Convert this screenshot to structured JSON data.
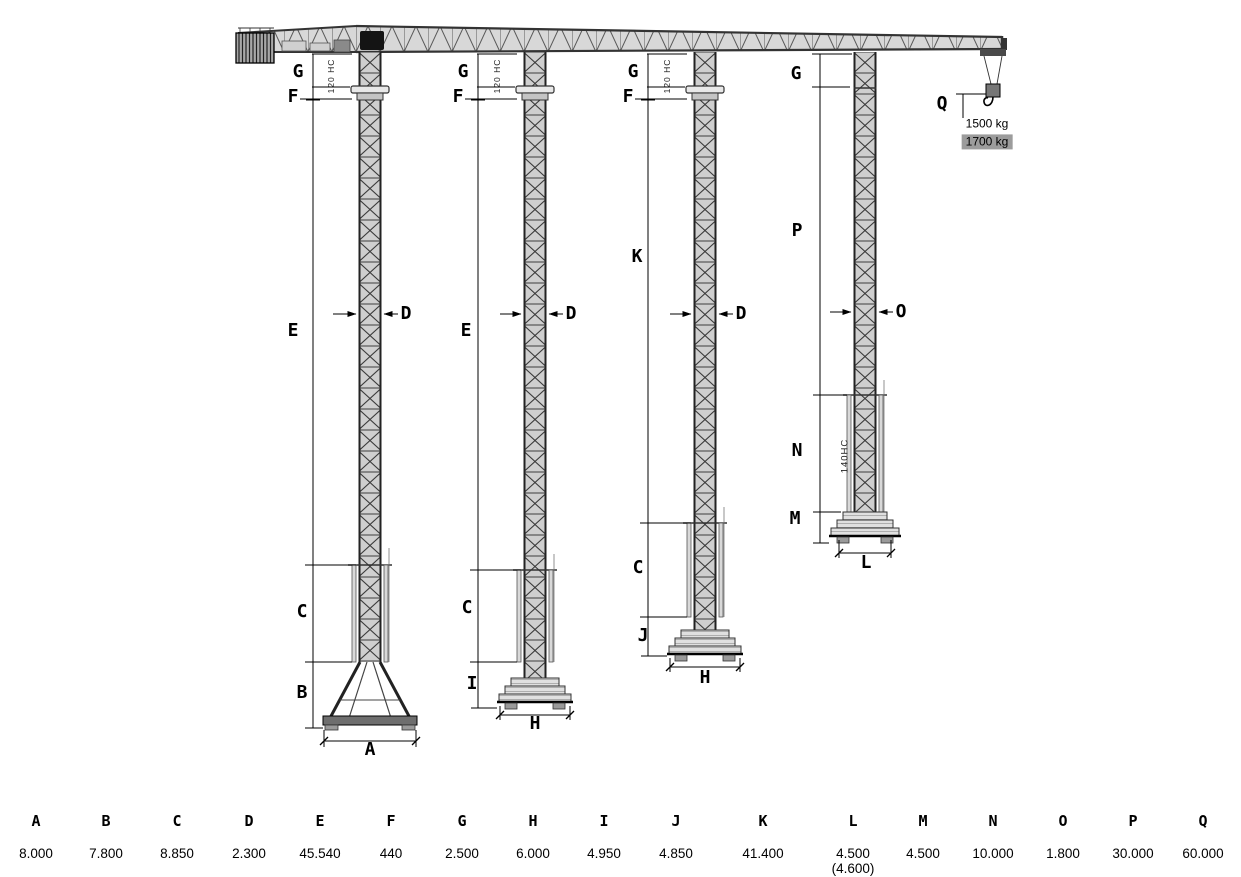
{
  "diagram": {
    "capacity_line1": "1500 kg",
    "capacity_line2": "1700 kg",
    "mast_marking_small": "120 HC",
    "mast_marking_large": "140HC",
    "hook_label": "Q",
    "towers": {
      "t1": {
        "g": "G",
        "f": "F",
        "e": "E",
        "d": "D",
        "c": "C",
        "b": "B",
        "a": "A"
      },
      "t2": {
        "g": "G",
        "f": "F",
        "e": "E",
        "d": "D",
        "c": "C",
        "i": "I",
        "h": "H"
      },
      "t3": {
        "g": "G",
        "f": "F",
        "k": "K",
        "d": "D",
        "c": "C",
        "j": "J",
        "h": "H"
      },
      "t4": {
        "g": "G",
        "p": "P",
        "o": "O",
        "n": "N",
        "m": "M",
        "l": "L"
      }
    }
  },
  "dims": [
    {
      "letter": "A",
      "value": "8.000"
    },
    {
      "letter": "B",
      "value": "7.800"
    },
    {
      "letter": "C",
      "value": "8.850"
    },
    {
      "letter": "D",
      "value": "2.300"
    },
    {
      "letter": "E",
      "value": "45.540"
    },
    {
      "letter": "F",
      "value": "440"
    },
    {
      "letter": "G",
      "value": "2.500"
    },
    {
      "letter": "H",
      "value": "6.000"
    },
    {
      "letter": "I",
      "value": "4.950"
    },
    {
      "letter": "J",
      "value": "4.850"
    },
    {
      "letter": "K",
      "value": "41.400"
    },
    {
      "letter": "L",
      "value": "4.500",
      "value2": "(4.600)"
    },
    {
      "letter": "M",
      "value": "4.500"
    },
    {
      "letter": "N",
      "value": "10.000"
    },
    {
      "letter": "O",
      "value": "1.800"
    },
    {
      "letter": "P",
      "value": "30.000"
    },
    {
      "letter": "Q",
      "value": "60.000"
    }
  ]
}
